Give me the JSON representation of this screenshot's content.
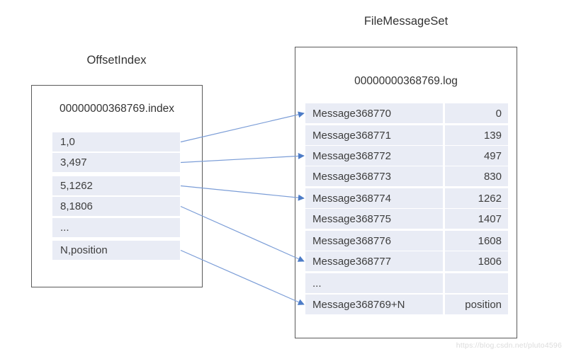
{
  "diagram": {
    "left": {
      "title": "OffsetIndex",
      "file_name": "00000000368769.index",
      "rows": [
        "1,0",
        "3,497",
        "5,1262",
        "8,1806",
        "...",
        "N,position"
      ]
    },
    "right": {
      "title": "FileMessageSet",
      "file_name": "00000000368769.log",
      "rows": [
        {
          "message": "Message368770",
          "position": "0"
        },
        {
          "message": "Message368771",
          "position": "139"
        },
        {
          "message": "Message368772",
          "position": "497"
        },
        {
          "message": "Message368773",
          "position": "830"
        },
        {
          "message": "Message368774",
          "position": "1262"
        },
        {
          "message": "Message368775",
          "position": "1407"
        },
        {
          "message": "Message368776",
          "position": "1608"
        },
        {
          "message": "Message368777",
          "position": "1806"
        },
        {
          "message": "...",
          "position": ""
        },
        {
          "message": "Message368769+N",
          "position": "position"
        }
      ]
    },
    "links": [
      {
        "from": 0,
        "to": 0
      },
      {
        "from": 1,
        "to": 2
      },
      {
        "from": 2,
        "to": 4
      },
      {
        "from": 3,
        "to": 7
      },
      {
        "from": 5,
        "to": 9
      }
    ],
    "colors": {
      "arrow_line": "#7b9dd7",
      "arrow_head": "#4d7cc7",
      "row_fill": "#e9ecf5",
      "border": "#5a5a5a"
    }
  },
  "watermark": "https://blog.csdn.net/pluto4596"
}
